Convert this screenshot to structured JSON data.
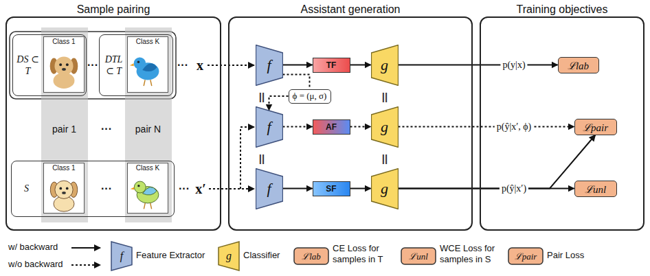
{
  "diagram": {
    "nodes": [
      {
        "text": [
          "Sample pairing"
        ]
      },
      {
        "text": [
          "pair 1"
        ],
        "in": 0
      },
      {
        "text": [
          "pair N"
        ],
        "in": 0
      },
      {
        "text": [
          "DS ⊂ T"
        ],
        "in": 0
      },
      {
        "text": [
          "Class 1"
        ],
        "in": 3
      },
      {
        "text": [
          "DTL ⊂ T"
        ],
        "in": 0
      },
      {
        "text": [
          "Class K"
        ],
        "in": 5
      },
      {
        "text": [
          "S"
        ],
        "in": 0
      },
      {
        "text": [
          "Class 1"
        ],
        "in": 7
      },
      {
        "text": [
          "Class K"
        ],
        "in": 7
      },
      {
        "text": [
          "Assistant generation"
        ]
      },
      {
        "text": [
          "f"
        ],
        "in": 10
      },
      {
        "text": [
          "TF"
        ],
        "in": 10
      },
      {
        "text": [
          "g"
        ],
        "in": 10
      },
      {
        "text": [
          "f"
        ],
        "in": 10
      },
      {
        "text": [
          "AF"
        ],
        "in": 10
      },
      {
        "text": [
          "g"
        ],
        "in": 10
      },
      {
        "text": [
          "f"
        ],
        "in": 10
      },
      {
        "text": [
          "SF"
        ],
        "in": 10
      },
      {
        "text": [
          "g"
        ],
        "in": 10
      },
      {
        "text": [
          "ϕ = (μ, σ)"
        ],
        "in": 10
      },
      {
        "text": [
          "Training objectives"
        ]
      },
      {
        "text": [
          "ℒlab"
        ],
        "in": 21
      },
      {
        "text": [
          "ℒpair"
        ],
        "in": 21
      },
      {
        "text": [
          "ℒunl"
        ],
        "in": 21
      }
    ],
    "edges": [
      {
        "from": 11,
        "to": 12,
        "arrow": "to"
      },
      {
        "from": 12,
        "to": 13,
        "arrow": "to"
      },
      {
        "from": 14,
        "to": 15,
        "arrow": "to"
      },
      {
        "from": 15,
        "to": 16,
        "arrow": "to"
      },
      {
        "from": 17,
        "to": 18,
        "arrow": "to"
      },
      {
        "from": 18,
        "to": 19,
        "arrow": "to"
      },
      {
        "from": 11,
        "to": 20,
        "arrow": "none"
      },
      {
        "from": 20,
        "to": 14,
        "arrow": "to"
      },
      {
        "from": 13,
        "to": 22,
        "arrow": "to",
        "label": "p(y|x)"
      },
      {
        "from": 16,
        "to": 23,
        "arrow": "to",
        "label": "p(ŷ|x′, ϕ)"
      },
      {
        "from": 19,
        "to": 24,
        "arrow": "to",
        "label": "p(ŷ|x′)"
      },
      {
        "from": 19,
        "to": 23,
        "arrow": "to"
      }
    ],
    "labels": [
      "···",
      "···",
      "x",
      "···",
      "···",
      "···",
      "x′",
      "||",
      "||",
      "||",
      "||",
      "f",
      "g",
      "ℒlab",
      "ℒunl",
      "ℒpair"
    ],
    "legend": [
      {
        "text": "w/ backward"
      },
      {
        "text": "w/o backward"
      },
      {
        "text": "Feature Extractor"
      },
      {
        "text": "Classifier"
      },
      {
        "text": "CE Loss for samples in T"
      },
      {
        "text": "WCE Loss for samples in S"
      },
      {
        "text": "Pair Loss"
      }
    ]
  }
}
